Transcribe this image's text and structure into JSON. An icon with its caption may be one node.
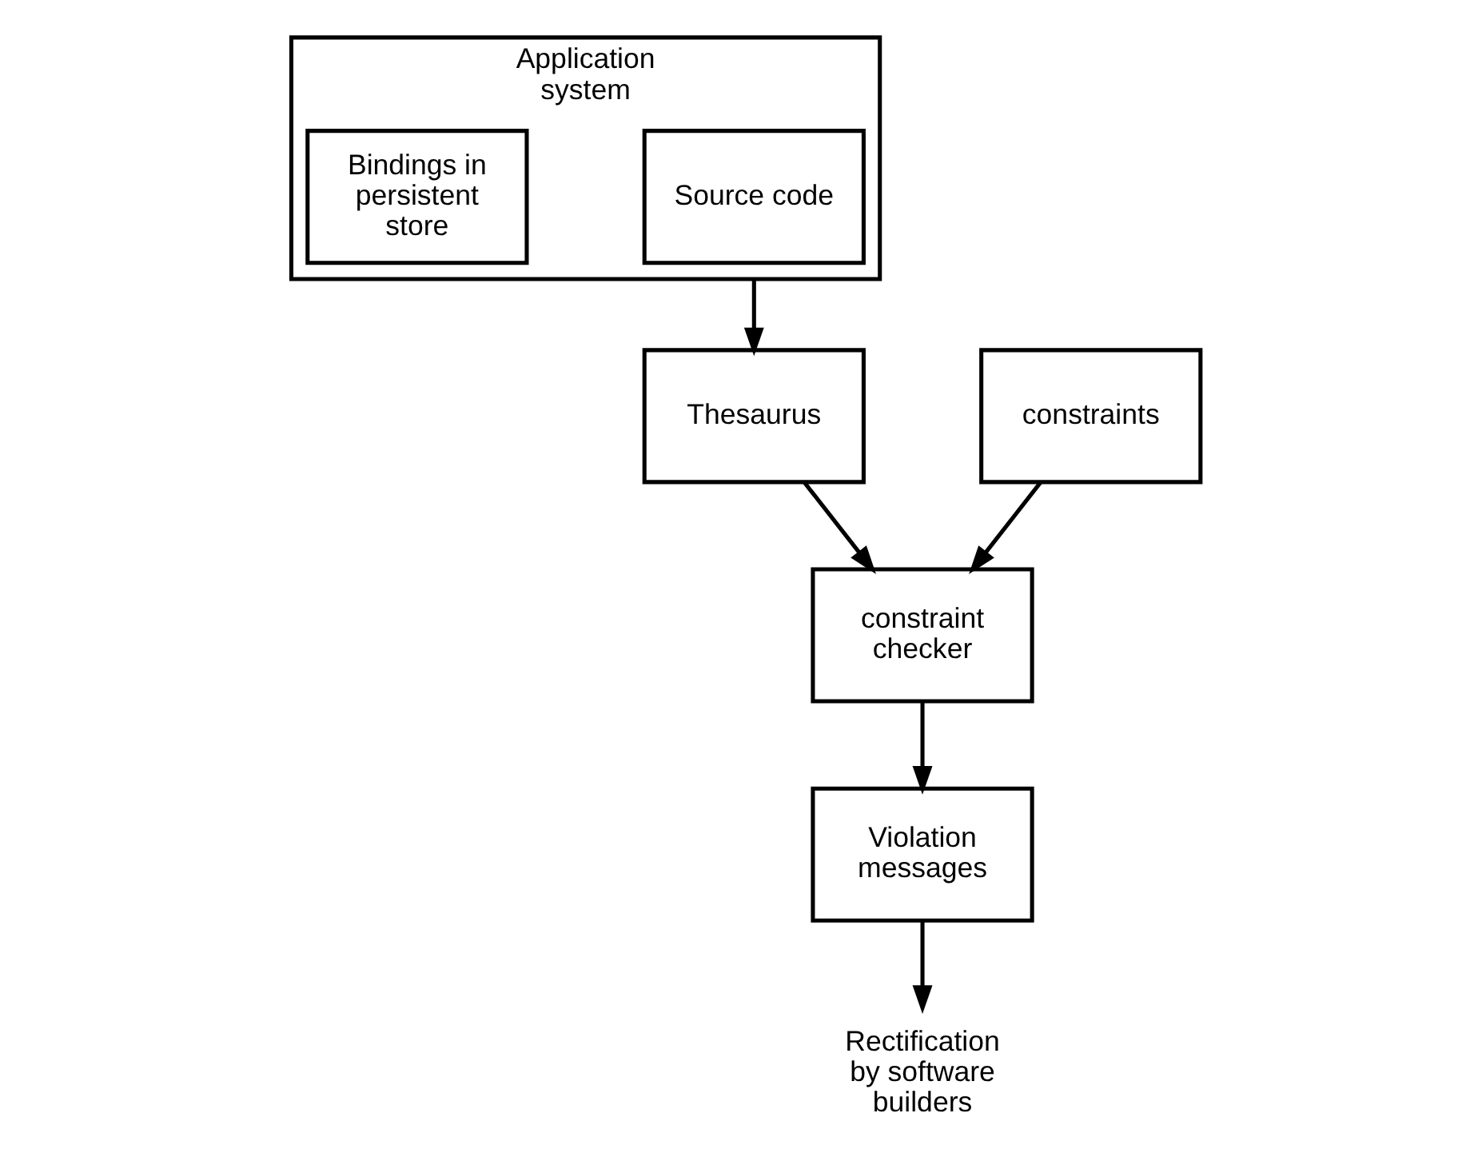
{
  "diagram": {
    "nodes": [
      {
        "text": [
          "Application system"
        ]
      },
      {
        "text": [
          "Source code"
        ],
        "in": 0
      },
      {
        "text": [
          "Bindings in persistent store"
        ],
        "in": 0
      },
      {
        "text": [
          "Thesaurus"
        ]
      },
      {
        "text": [
          "constraints"
        ]
      },
      {
        "text": [
          "constraint checker"
        ]
      },
      {
        "text": [
          "Violation messages"
        ]
      },
      {
        "text": [
          "Rectification by software builders"
        ]
      }
    ],
    "edges": [
      {
        "from": 0,
        "to": 3,
        "arrow": "to"
      },
      {
        "from": 3,
        "to": 5,
        "arrow": "to"
      },
      {
        "from": 4,
        "to": 5,
        "arrow": "to"
      },
      {
        "from": 5,
        "to": 6,
        "arrow": "to"
      },
      {
        "from": 6,
        "to": 7,
        "arrow": "to"
      }
    ]
  }
}
